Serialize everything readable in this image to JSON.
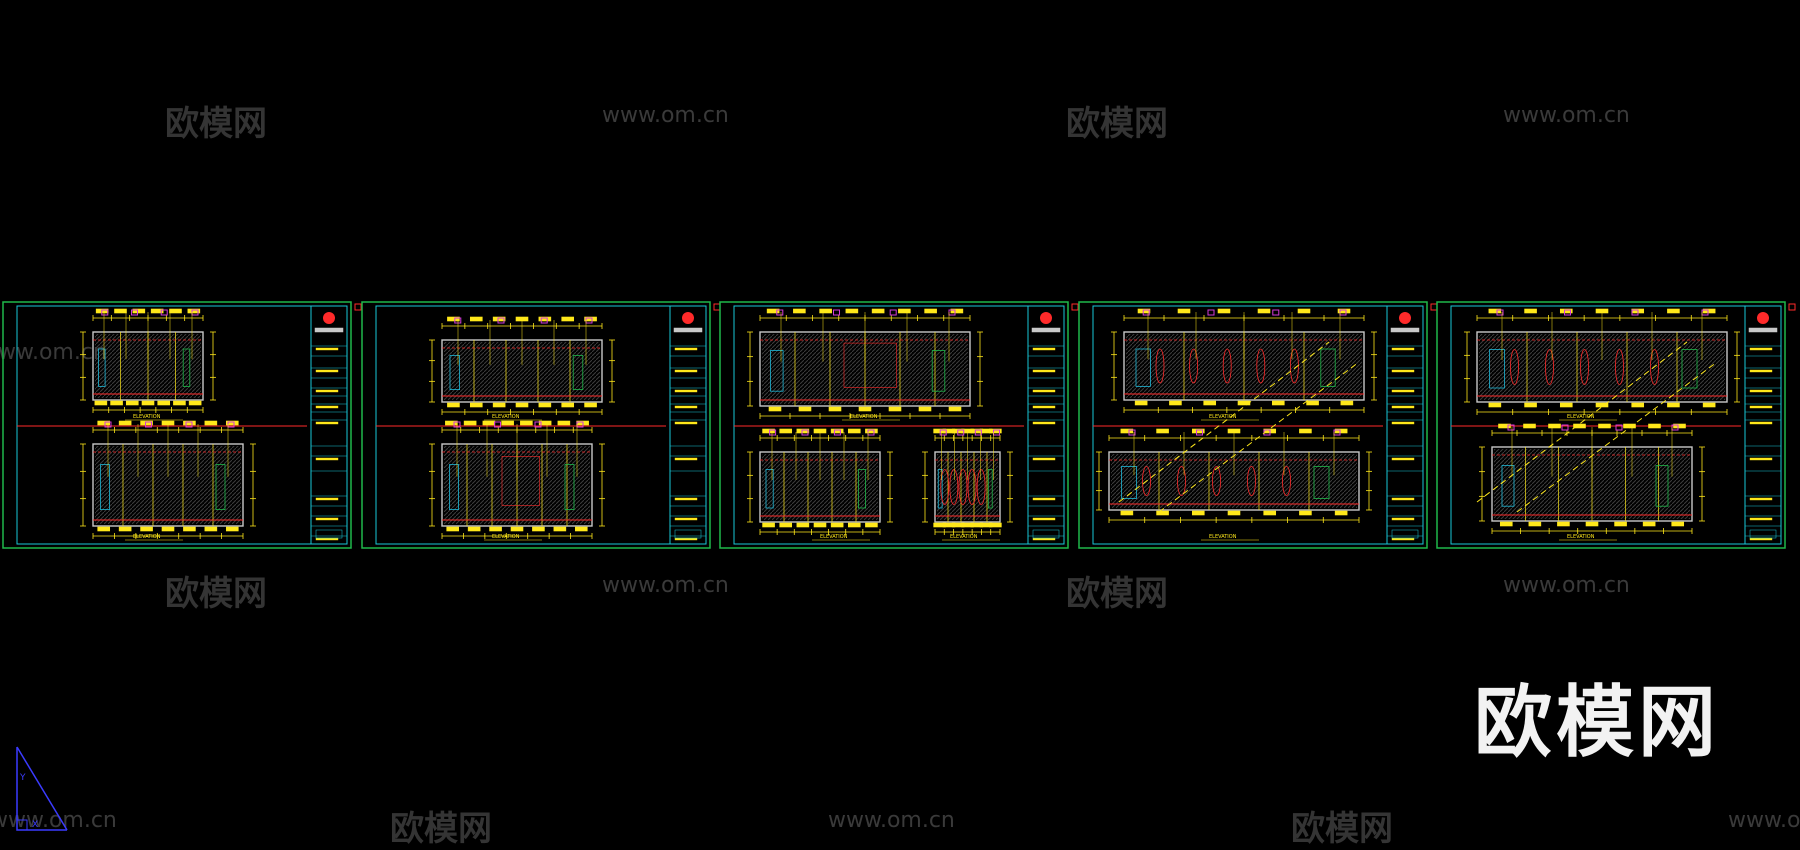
{
  "watermarks": {
    "site_cn": "欧模网",
    "site_url": "www.om.cn"
  },
  "logo_text": "欧模网",
  "elevation_label": "ELEVATION",
  "colors": {
    "background": "#000000",
    "frame": "#1fb84a",
    "border": "#19c8d8",
    "dimension": "#ffe81a",
    "section": "#ff2a2a",
    "tag": "#d23bd8",
    "wall": "#c8c8c8",
    "hatch": "#3d3d3d",
    "ucs": "#3b3bff"
  },
  "sheets": [
    {
      "id": "sheet-1"
    },
    {
      "id": "sheet-2"
    },
    {
      "id": "sheet-3"
    },
    {
      "id": "sheet-4"
    },
    {
      "id": "sheet-5"
    }
  ]
}
